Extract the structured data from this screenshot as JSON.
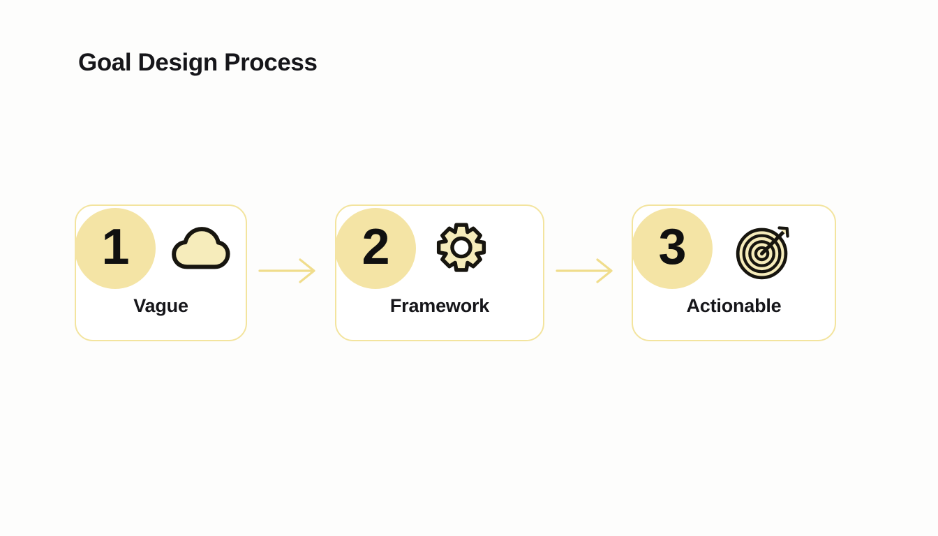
{
  "page": {
    "title": "Goal Design Process",
    "background_color": "#fdfdfc",
    "text_color": "#16161a",
    "accent_color": "#f4e4a5",
    "border_color": "#f3e49e",
    "arrow_color": "#f0dd8c"
  },
  "steps": [
    {
      "number": "1",
      "label": "Vague",
      "icon": "cloud-icon"
    },
    {
      "number": "2",
      "label": "Framework",
      "icon": "gear-icon"
    },
    {
      "number": "3",
      "label": "Actionable",
      "icon": "target-arrow-icon"
    }
  ],
  "connectors": [
    {
      "name": "arrow-step1-to-step2",
      "icon": "arrow-right-icon"
    },
    {
      "name": "arrow-step2-to-step3",
      "icon": "arrow-right-icon"
    }
  ]
}
